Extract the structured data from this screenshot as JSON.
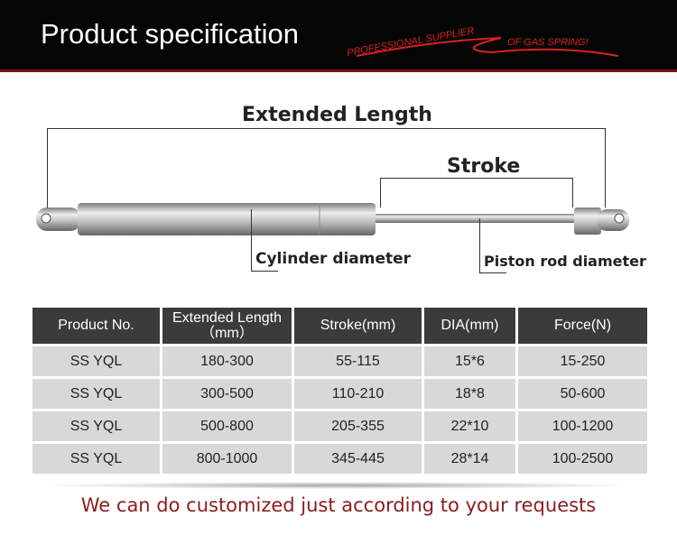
{
  "header": {
    "title": "Product specification",
    "slogan_part1": "PROFESSIONAL SUPPLIER",
    "slogan_part2": "OF GAS SPRING!"
  },
  "diagram": {
    "extended_length": "Extended Length",
    "stroke": "Stroke",
    "cylinder_diameter": "Cylinder diameter",
    "piston_rod_diameter": "Piston rod diameter"
  },
  "table": {
    "headers": [
      "Product No.",
      "Extended Length",
      "（mm）",
      "Stroke(mm)",
      "DIA(mm)",
      "Force(N)"
    ],
    "rows": [
      [
        "SS YQL",
        "180-300",
        "55-115",
        "15*6",
        "15-250"
      ],
      [
        "SS YQL",
        "300-500",
        "110-210",
        "18*8",
        "50-600"
      ],
      [
        "SS YQL",
        "500-800",
        "205-355",
        "22*10",
        "100-1200"
      ],
      [
        "SS YQL",
        "800-1000",
        "345-445",
        "28*14",
        "100-2500"
      ]
    ]
  },
  "footer": {
    "text": "We can do customized just according to your requests"
  }
}
